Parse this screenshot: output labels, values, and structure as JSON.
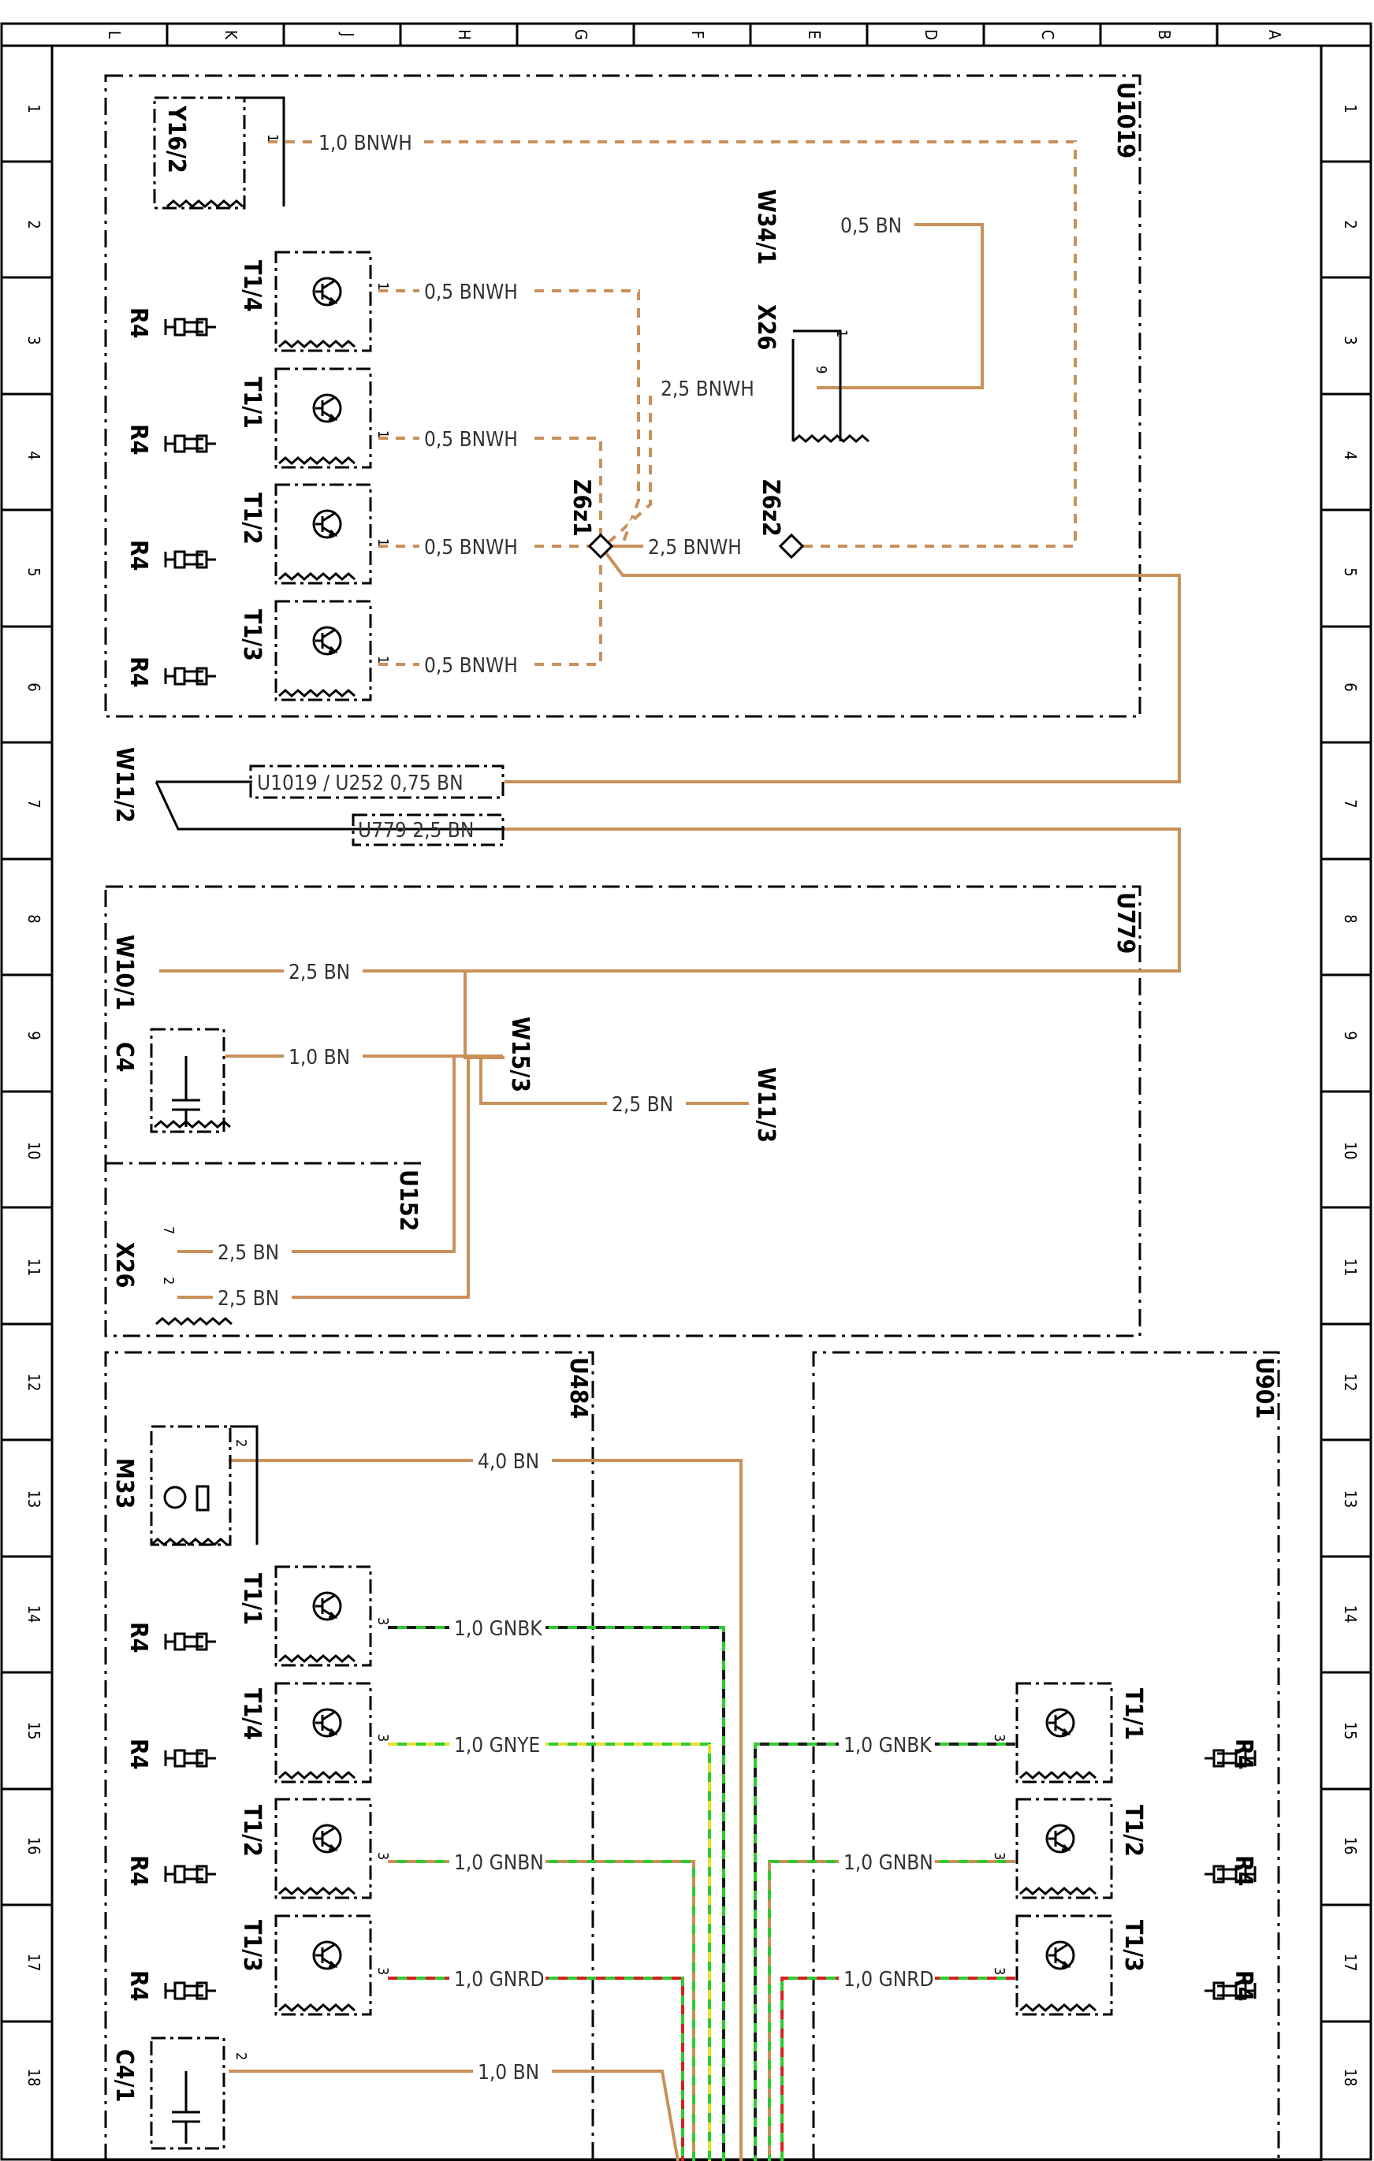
{
  "colors": {
    "BN": "#c8915a",
    "BK": "#1a1a1a",
    "WH": "#ffffff",
    "GN": "#2ecc2e",
    "YE": "#e8e02a",
    "RD": "#d62020",
    "line": "#000000"
  },
  "frame": {
    "columns": [
      "L",
      "K",
      "J",
      "H",
      "G",
      "F",
      "E",
      "D",
      "C",
      "B",
      "A"
    ],
    "rows": [
      "1",
      "2",
      "3",
      "4",
      "5",
      "6",
      "7",
      "8",
      "9",
      "10",
      "11",
      "12",
      "13",
      "14",
      "15",
      "16",
      "17",
      "18"
    ]
  },
  "units": {
    "u1019": "U1019",
    "u779": "U779",
    "u152": "U152",
    "u484": "U484",
    "u901": "U901"
  },
  "components": {
    "y16_2": "Y16/2",
    "t1_4a": "T1/4",
    "t1_1a": "T1/1",
    "t1_2a": "T1/2",
    "t1_3a": "T1/3",
    "r4": "R4",
    "w34_1": "W34/1",
    "x26a": "X26",
    "zz1": "Z6z1",
    "zz2": "Z6z2",
    "w11_2": "W11/2",
    "w10_1": "W10/1",
    "c4": "C4",
    "w15_3": "W15/3",
    "w11_3": "W11/3",
    "x26b": "X26",
    "m33": "M33",
    "t1_1b": "T1/1",
    "t1_4b": "T1/4",
    "t1_2b": "T1/2",
    "t1_3b": "T1/3",
    "c4_1": "C4/1",
    "t1_1c": "T1/1",
    "t1_2c": "T1/2",
    "t1_3c": "T1/3"
  },
  "pins": {
    "p1": "1",
    "p2": "2",
    "p3": "3",
    "p7": "7",
    "p9": "9"
  },
  "wires": {
    "w_y16": "1,0 BNWH",
    "w_t14": "0,5 BNWH",
    "w_t11": "0,5 BNWH",
    "w_t12": "0,5 BNWH",
    "w_t13": "0,5 BNWH",
    "w_w34": "0,5 BN",
    "w_x26": "2,5 BNWH",
    "w_zz": "2,5 BNWH",
    "w_cable1": "U1019 / U252  0,75 BN",
    "w_cable2": "U779  2,5 BN",
    "w_w10": "2,5 BN",
    "w_c4": "1,0 BN",
    "w_w15": "2,5 BN",
    "w_x26b7": "2,5 BN",
    "w_x26b2": "2,5 BN",
    "w_m33": "4,0 BN",
    "w_gnbk": "1,0 GNBK",
    "w_gnye": "1,0 GNYE",
    "w_gnbn": "1,0 GNBN",
    "w_gnrd": "1,0 GNRD",
    "w_c41": "1,0 BN",
    "w_gnbk_r": "1,0 GNBK",
    "w_gnbn_r": "1,0 GNBN",
    "w_gnrd_r": "1,0 GNRD"
  }
}
